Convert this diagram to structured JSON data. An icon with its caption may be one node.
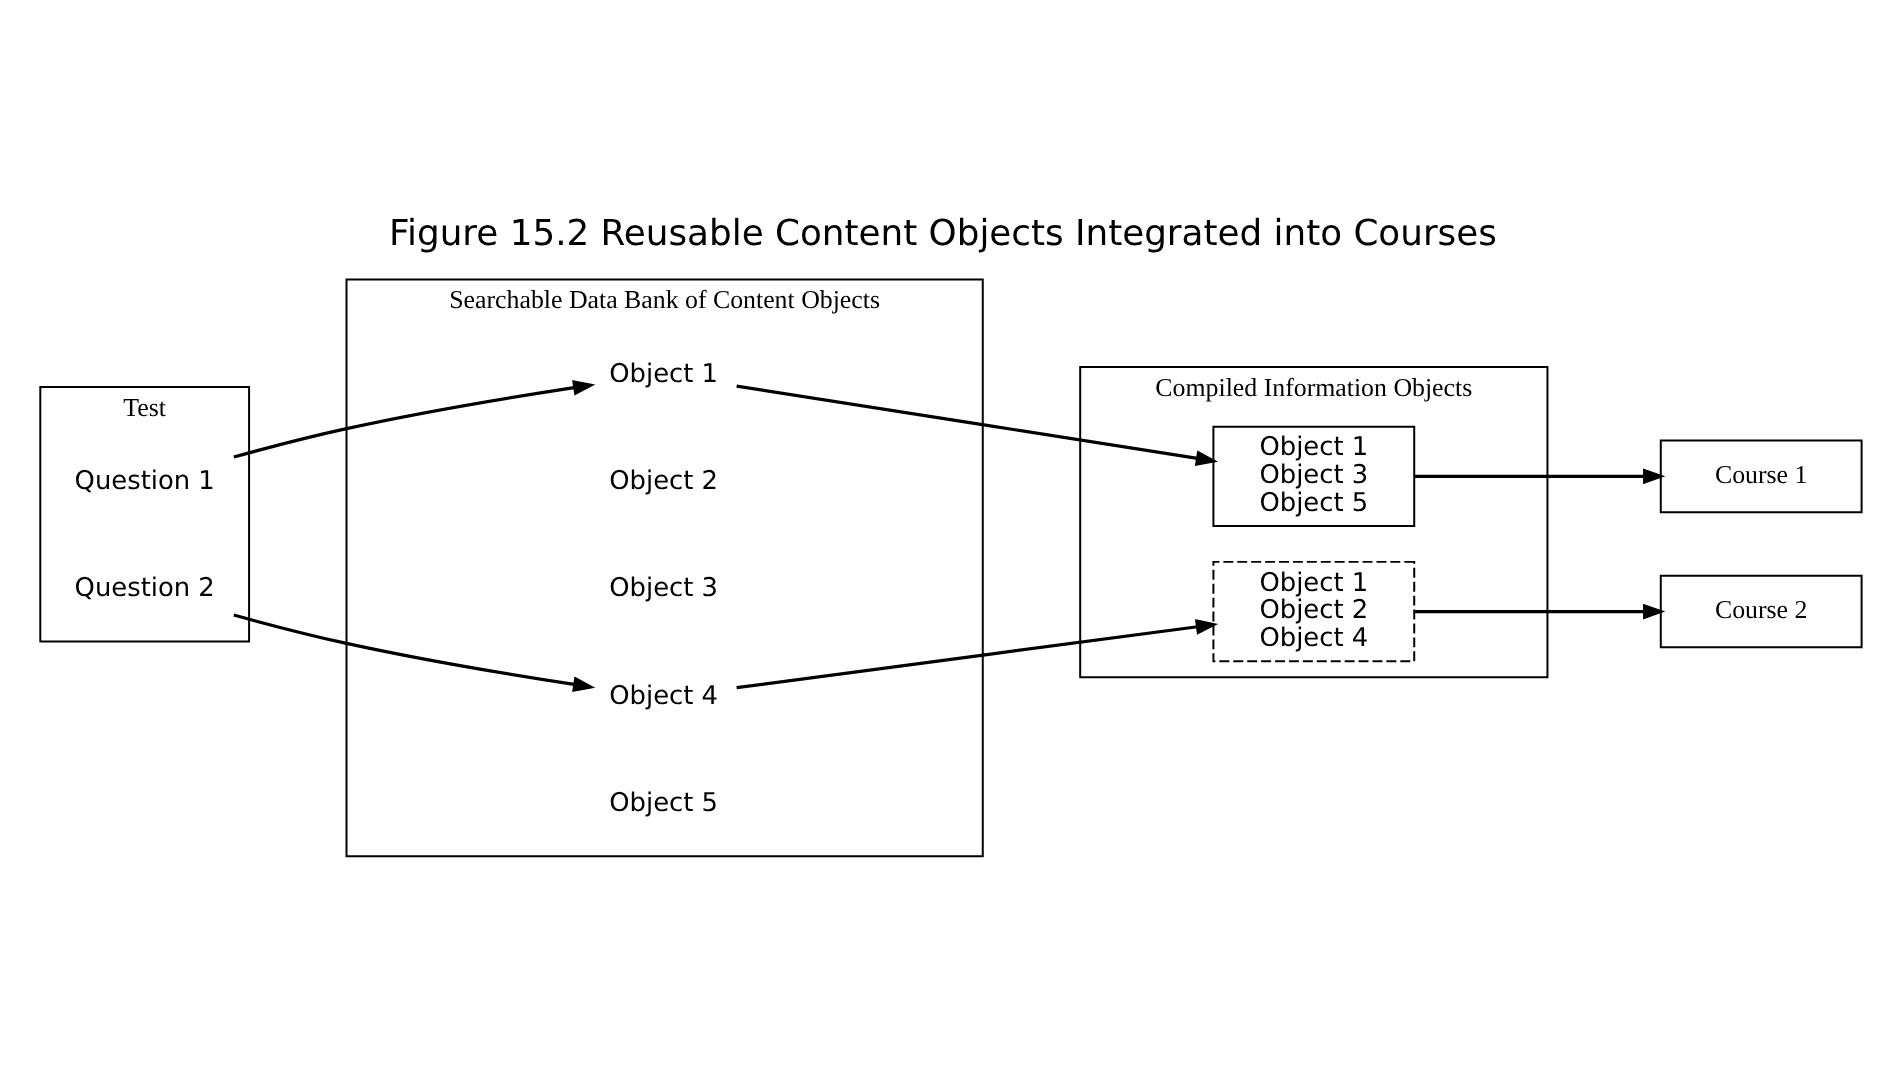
{
  "diagram": {
    "title": "Figure 15.2 Reusable Content Objects Integrated into Courses",
    "nodes": [
      {
        "text": [
          "Test"
        ]
      },
      {
        "text": [
          "Question 1"
        ],
        "in": 0
      },
      {
        "text": [
          "Question 2"
        ],
        "in": 0
      },
      {
        "text": [
          "Searchable Data Bank of Content Objects"
        ]
      },
      {
        "text": [
          "Object 1"
        ],
        "in": 3
      },
      {
        "text": [
          "Object 2"
        ],
        "in": 3
      },
      {
        "text": [
          "Object 3"
        ],
        "in": 3
      },
      {
        "text": [
          "Object 4"
        ],
        "in": 3
      },
      {
        "text": [
          "Object 5"
        ],
        "in": 3
      },
      {
        "text": [
          "Compiled Information Objects"
        ]
      },
      {
        "text": [
          "Object 1",
          "Object 3",
          "Object 5"
        ],
        "in": 9
      },
      {
        "text": [
          "Object 1",
          "Object 2",
          "Object 4"
        ],
        "in": 9
      },
      {
        "text": [
          "Course 1"
        ]
      },
      {
        "text": [
          "Course 2"
        ]
      }
    ],
    "edges": [
      {
        "from": 1,
        "to": 4,
        "arrow": "to"
      },
      {
        "from": 2,
        "to": 7,
        "arrow": "to"
      },
      {
        "from": 4,
        "to": 10,
        "arrow": "to"
      },
      {
        "from": 7,
        "to": 11,
        "arrow": "to"
      },
      {
        "from": 10,
        "to": 12,
        "arrow": "to"
      },
      {
        "from": 11,
        "to": 13,
        "arrow": "to"
      }
    ]
  }
}
